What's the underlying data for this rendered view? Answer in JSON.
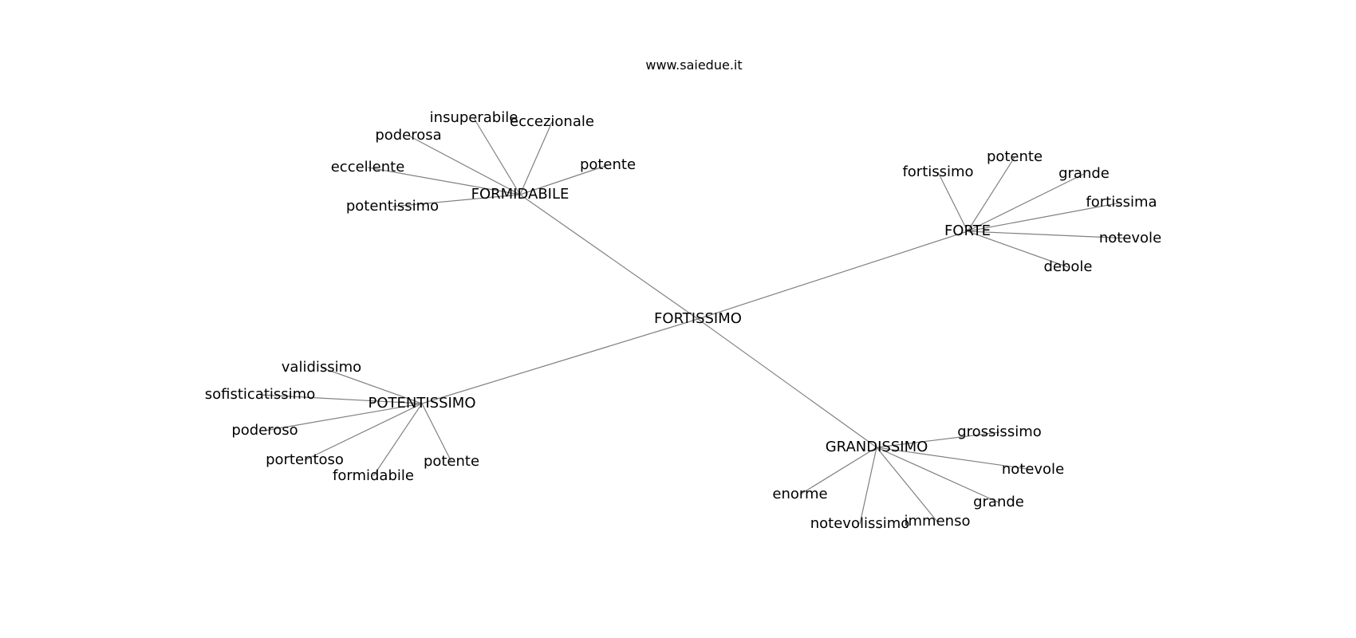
{
  "watermark": "www.saiedue.it",
  "center": "FORTISSIMO",
  "hubs": [
    {
      "label": "FORMIDABILE",
      "children": [
        "insuperabile",
        "eccezionale",
        "poderosa",
        "potente",
        "eccellente",
        "potentissimo"
      ]
    },
    {
      "label": "FORTE",
      "children": [
        "fortissimo",
        "potente",
        "grande",
        "fortissima",
        "notevole",
        "debole"
      ]
    },
    {
      "label": "POTENTISSIMO",
      "children": [
        "validissimo",
        "sofisticatissimo",
        "poderoso",
        "portentoso",
        "formidabile",
        "potente"
      ]
    },
    {
      "label": "GRANDISSIMO",
      "children": [
        "grossissimo",
        "notevole",
        "grande",
        "enorme",
        "immenso",
        "notevolissimo"
      ]
    }
  ],
  "colors": {
    "edge": "#808080",
    "text": "#000000",
    "background": "#ffffff"
  }
}
